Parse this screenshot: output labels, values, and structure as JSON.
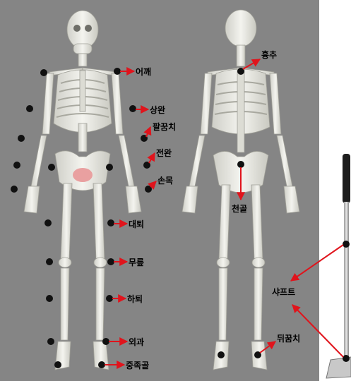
{
  "colors": {
    "background": "#858585",
    "bone": "#efefe9",
    "bone_shade": "#bdbdb5",
    "marker": "#111111",
    "arrow": "#e0141c",
    "pelvis_highlight": "#e9a0a0"
  },
  "labels": {
    "shoulder": "어깨",
    "upper_arm": "상완",
    "elbow": "팔꿈치",
    "forearm": "전완",
    "wrist": "손목",
    "thigh": "대퇴",
    "knee": "무릎",
    "lower_leg": "하퇴",
    "ankle": "외과",
    "metatarsal": "중족골",
    "thoracic": "흉추",
    "sacrum": "천골",
    "heel": "뒤꿈치",
    "shaft": "샤프트"
  }
}
